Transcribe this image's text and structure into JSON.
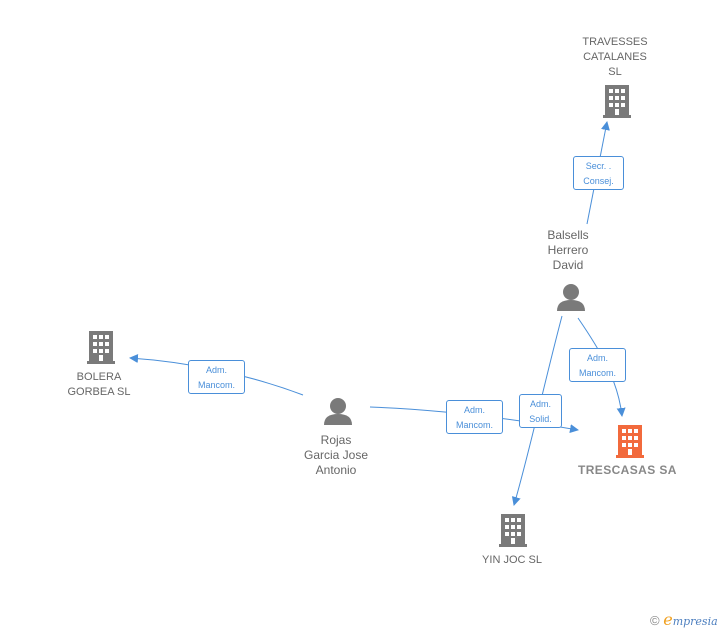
{
  "colors": {
    "edge": "#4a8fd9",
    "node": "#7a7a7a",
    "main_node": "#f26a3c",
    "label": "#666666"
  },
  "nodes": {
    "travesses": {
      "type": "company",
      "icon": "building-icon",
      "lines": [
        "TRAVESSES",
        "CATALANES",
        "SL"
      ]
    },
    "balsells": {
      "type": "person",
      "icon": "person-icon",
      "lines": [
        "Balsells",
        "Herrero",
        "David"
      ]
    },
    "bolera": {
      "type": "company",
      "icon": "building-icon",
      "lines": [
        "BOLERA",
        "GORBEA SL"
      ]
    },
    "rojas": {
      "type": "person",
      "icon": "person-icon",
      "lines": [
        "Rojas",
        "Garcia Jose",
        "Antonio"
      ]
    },
    "trescasas": {
      "type": "company-main",
      "icon": "building-icon",
      "label": "TRESCASAS SA"
    },
    "yinjoc": {
      "type": "company",
      "icon": "building-icon",
      "label": "YIN JOC SL"
    }
  },
  "edges": {
    "secr_consej": {
      "from": "balsells",
      "to": "travesses",
      "lines": [
        "Secr. .",
        "Consej."
      ]
    },
    "adm_mancom_bolera": {
      "from": "rojas",
      "to": "bolera",
      "lines": [
        "Adm.",
        "Mancom."
      ]
    },
    "adm_mancom_rojas_trescasas": {
      "from": "rojas",
      "to": "trescasas",
      "lines": [
        "Adm.",
        "Mancom."
      ]
    },
    "adm_mancom_balsells_trescasas": {
      "from": "balsells",
      "to": "trescasas",
      "lines": [
        "Adm.",
        "Mancom."
      ]
    },
    "adm_solid": {
      "from": "balsells",
      "to": "yinjoc",
      "lines": [
        "Adm.",
        "Solid."
      ]
    }
  },
  "brand": {
    "copyright": "©",
    "e": "e",
    "rest": "mpresia"
  }
}
